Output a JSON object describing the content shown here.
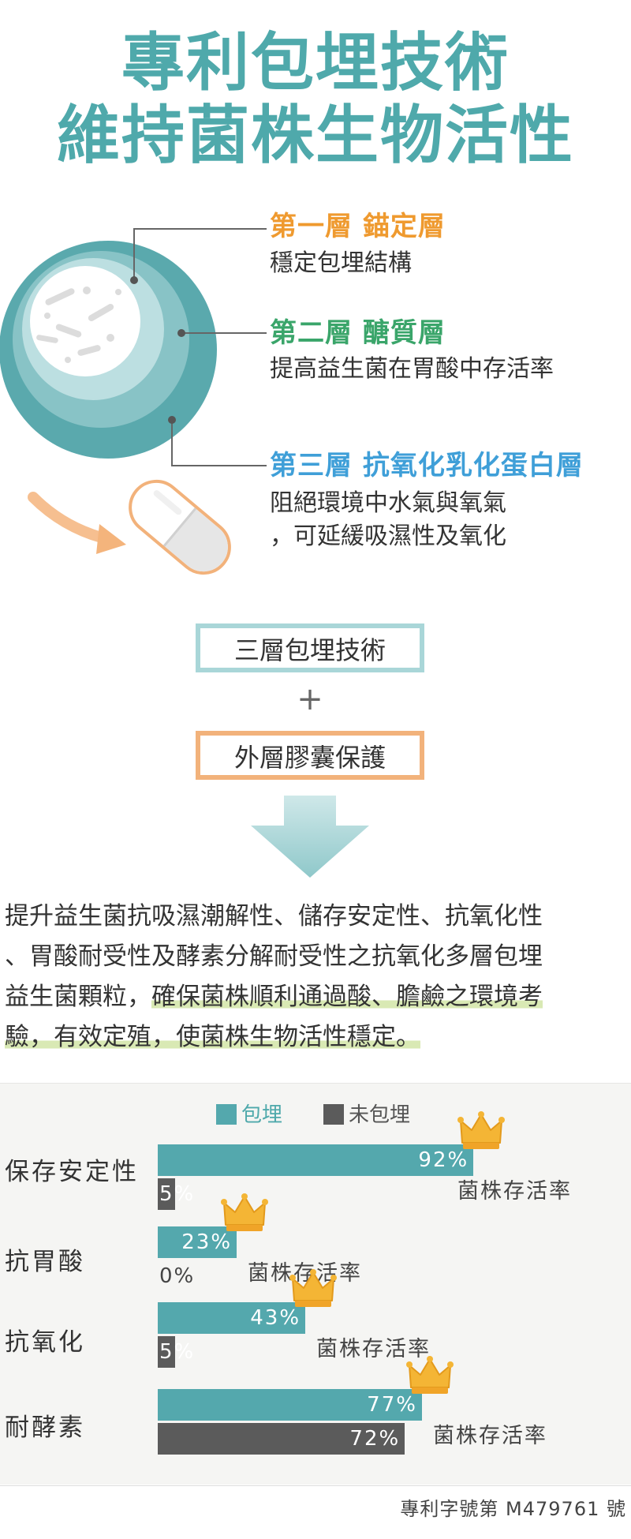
{
  "title": {
    "line1": "專利包埋技術",
    "line2": "維持菌株生物活性"
  },
  "layers": [
    {
      "heading": "第一層  錨定層",
      "desc": [
        "穩定包埋結構"
      ],
      "color": "#ef9a2f"
    },
    {
      "heading": "第二層  醣質層",
      "desc": [
        "提高益生菌在胃酸中存活率"
      ],
      "color": "#3aa56a"
    },
    {
      "heading": "第三層  抗氧化乳化蛋白層",
      "desc": [
        "阻絕環境中水氣與氧氣",
        "，可延緩吸濕性及氧化"
      ],
      "color": "#3f9fd8"
    }
  ],
  "process": {
    "box1": "三層包埋技術",
    "plus": "+",
    "box2": "外層膠囊保護"
  },
  "summary": {
    "line1": "提升益生菌抗吸濕潮解性、儲存安定性、抗氧化性",
    "line2": "、胃酸耐受性及酵素分解耐受性之抗氧化多層包埋",
    "line3_a": "益生菌顆粒，",
    "line3_b": "確保菌株順利通過酸、膽鹼之環境考",
    "line4": "驗，有效定殖，使菌株生物活性穩定。"
  },
  "chart_data": {
    "type": "bar",
    "orientation": "horizontal",
    "categories": [
      "保存安定性",
      "抗胃酸",
      "抗氧化",
      "耐酵素"
    ],
    "series": [
      {
        "name": "包埋",
        "values": [
          92,
          23,
          43,
          77
        ],
        "labels": [
          "92%",
          "23%",
          "43%",
          "77%"
        ],
        "color": "#54a8ad"
      },
      {
        "name": "未包埋",
        "values": [
          5,
          0,
          5,
          72
        ],
        "labels": [
          "5%",
          "0%",
          "5%",
          "72%"
        ],
        "color": "#5b5b5b"
      }
    ],
    "annotation": "菌株存活率",
    "xlim": [
      0,
      100
    ]
  },
  "footer": {
    "patent": "專利字號第 M479761 號"
  },
  "icons": [
    "capsule-icon",
    "crown-icon",
    "arrow-icon",
    "granule-icon"
  ]
}
